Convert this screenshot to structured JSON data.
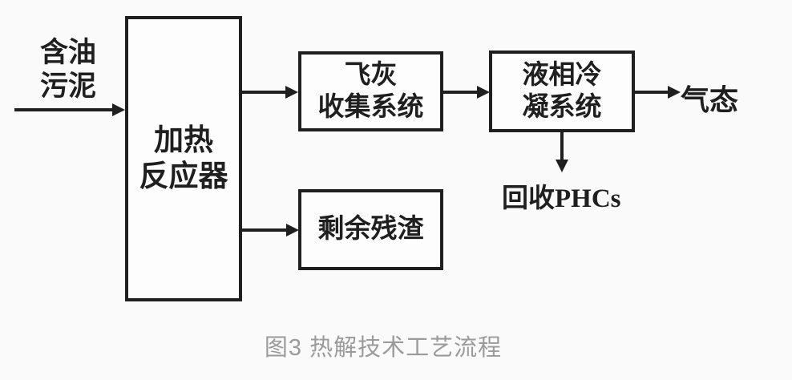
{
  "diagram_type": "flowchart",
  "colors": {
    "line": "#1f1f1f",
    "box-border": "#1f1f1f",
    "text": "#1f1f1f",
    "caption": "#9b9b9b",
    "background": "#fbfafb",
    "box-fill": "#fdfdfd"
  },
  "nodes": {
    "input": "含油\n污泥",
    "reactor": "加热\n反应器",
    "fly_ash": "飞灰\n收集系统",
    "condensation": "液相冷\n凝系统",
    "residue": "剩余残渣",
    "gas": "气态",
    "phcs": "回收PHCs"
  },
  "edges": [
    {
      "from": "input",
      "to": "reactor"
    },
    {
      "from": "reactor",
      "to": "fly_ash"
    },
    {
      "from": "fly_ash",
      "to": "condensation"
    },
    {
      "from": "condensation",
      "to": "gas"
    },
    {
      "from": "condensation",
      "to": "phcs"
    },
    {
      "from": "reactor",
      "to": "residue"
    }
  ],
  "caption": "图3 热解技术工艺流程"
}
